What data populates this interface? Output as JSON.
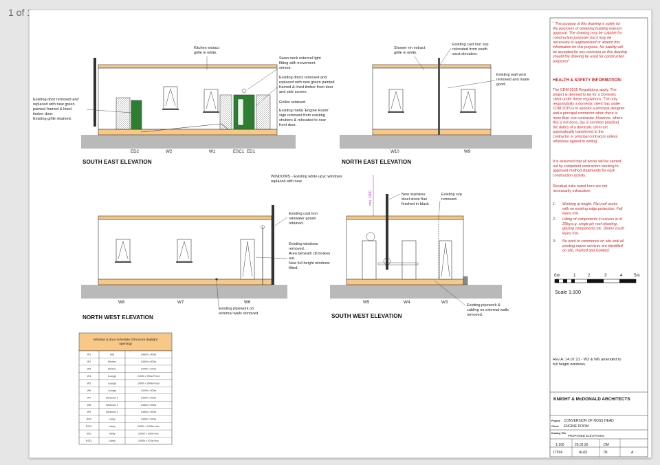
{
  "pager": {
    "text": "1 of 1"
  },
  "elevations": {
    "se": {
      "title": "SOUTH EAST ELEVATION",
      "labels": [
        "ED2",
        "W2",
        "W1",
        "ESC1",
        "ED1"
      ]
    },
    "ne": {
      "title": "NORTH EAST ELEVATION",
      "labels": [
        "W10",
        "W9"
      ]
    },
    "nw": {
      "title": "NORTH WEST ELEVATION",
      "labels": [
        "W8",
        "W7",
        "W6"
      ]
    },
    "sw": {
      "title": "SOUTH WEST ELEVATION",
      "labels": [
        "W5",
        "W4",
        "W3"
      ],
      "dim": "min. 1000"
    }
  },
  "notes": {
    "kitchen_extract": [
      "Kitchen extract",
      "grille in white."
    ],
    "swan_neck": [
      "Swan neck external light",
      "fitting with movement",
      "sensor."
    ],
    "doors_removed": [
      "Existing doors removed and",
      "replaced with new green painted",
      "framed & lined timber front door",
      "and side screen."
    ],
    "grilles": [
      "Grilles retained."
    ],
    "engine_room_sign": [
      "Existing metal 'Engine Room'",
      "sign removed from existing",
      "shutters & relocated to new",
      "front door."
    ],
    "door_replaced": [
      "Existing door removed and",
      "replaced with new green",
      "painted framed & lined",
      "timber door.",
      "Existing grille retained."
    ],
    "shower_extract": [
      "Shower rm extract",
      "grille in white."
    ],
    "cast_iron_svp": [
      "Existing cast iron svp",
      "relocated from south",
      "west elevation."
    ],
    "wall_vent": [
      "Existing wall vent",
      "removed and made",
      "good."
    ],
    "windows_note": [
      "WINDOWS - Existing white upvc windows",
      "replaced with new."
    ],
    "rainwater": [
      "Existing cast iron",
      "rainwater goods",
      "retained."
    ],
    "windows_removed": [
      "Existing windows",
      "removed.",
      "Area beneath cill broken",
      "out.",
      "New full height windows",
      "fitted."
    ],
    "pipework_nw": [
      "Existing pipework on",
      "external walls removed."
    ],
    "stove_flue": [
      "New stainless",
      "steel stove flue",
      "finished in black"
    ],
    "svp_removed": [
      "Existing svp",
      "removed."
    ],
    "pipework_sw": [
      "Existing pipework &",
      "cabling on external walls",
      "removed."
    ]
  },
  "schedule": {
    "title": [
      "Window & door schedule (Structure daylight",
      "opening)"
    ],
    "rows": [
      [
        "W1",
        "Hall",
        "1460h x 900w"
      ],
      [
        "W2",
        "Kitchen",
        "1460h x 900w"
      ],
      [
        "W3",
        "Kitchen",
        "1490h x 670w"
      ],
      [
        "W4",
        "Lounge",
        "2400h x 900w Fixed"
      ],
      [
        "W5",
        "Lounge",
        "2400h x 900w Fixed"
      ],
      [
        "W6",
        "Lounge",
        "2400h x 900w"
      ],
      [
        "W7",
        "Bedroom 2",
        "1460h x 900w"
      ],
      [
        "W8",
        "Bedroom 1",
        "1460h x 900w"
      ],
      [
        "W9",
        "Bedroom 1",
        "1460h x 900w"
      ],
      [
        "W10",
        "Lobby",
        "1460h x 900w"
      ],
      [
        "ESC1",
        "Lobby",
        "2050h x 1006w Hoc"
      ],
      [
        "ED2",
        "Utility",
        "2050h x 630w Hoc"
      ],
      [
        "ESC1",
        "Lobby",
        "2050h x 570w Hoc"
      ]
    ]
  },
  "sidebar": {
    "purpose": [
      "\" The purpose of this drawing is solely for",
      "the purposes of obtaining building warrant",
      "approval. The drawing may be suitable for",
      "construction purposes but it may be",
      "necessary to augment/and or amend this",
      "information for this purpose. No liability will",
      "be accepted for any omission on this drawing",
      "should the drawing be used for construction",
      "purposes\""
    ],
    "hs_title": "HEALTH & SAFETY INFORMATION:",
    "cdm": [
      "The CDM 2015 Regulations apply. The",
      "project is deemed to be for a Domestic",
      "client under these regulations. The only",
      "responsibility a domestic client has under",
      "CDM 2015 is to appoint a principal designer",
      "and a principal contractor when there is",
      "more than one contractor. However, where",
      "this is not done, (as is common practice)",
      "the duties of a domestic client are",
      "automatically transferred to the",
      "contractor or principal contractor unless",
      "otherwise agreed in writing."
    ],
    "assumed": [
      "It is assumed that all works will be carried",
      "out by competent contractors working to",
      "approved method statements for each",
      "construction activity."
    ],
    "residual": [
      "Residual risks noted here are not",
      "necessarily exhaustive:"
    ],
    "risks": [
      [
        "1.",
        "Working at height. Flat roof works",
        "with no existing edge protection. Fall",
        "injury risk."
      ],
      [
        "2.",
        "Lifting of components in excess in of",
        "25kg e.g. single ply roof sheeting,",
        "glazing components etc. Strain/ crush",
        "injury risk."
      ],
      [
        "3.",
        "No work to commence on site until all",
        "existing mains services are identified",
        "on site, marked and isolated."
      ]
    ],
    "scale_ticks": [
      "0m",
      "1",
      "2",
      "3",
      "4",
      "5m"
    ],
    "scale": "Scale 1:100",
    "revision": [
      "Rev A: 14.07.21 - W3 & W6 amended to",
      "full height windows."
    ],
    "architects": "KNIGHT & McDONALD ARCHITECTS",
    "project_label": "Project:",
    "project": "CONVERSION OF NOSS HEAD",
    "client_label": "Client:",
    "client": "ENGINE ROOM",
    "drawing_title_label": "Drawing Title:",
    "drawing_title": "PROPOSED ELEVATIONS",
    "scale_val": "1:100",
    "date": "26.02.20",
    "drawn": "DM",
    "job": "17394",
    "drg": "AL(0)",
    "drg_no": "06",
    "rev": "A"
  }
}
